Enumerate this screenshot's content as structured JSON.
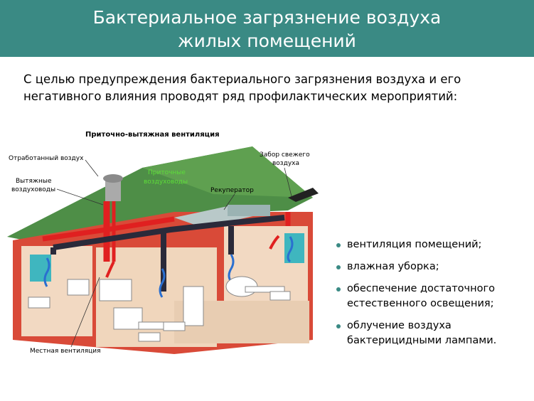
{
  "title": {
    "line1": "Бактериальное загрязнение воздуха",
    "line2": "жилых помещений"
  },
  "intro": {
    "line1": "С целью предупреждения бактериального загрязнения воздуха и его",
    "line2": "негативного влияния проводят ряд профилактических мероприятий:"
  },
  "illustration": {
    "heading": "Приточно-вытяжная вентиляция",
    "exhaust_air": "Отработанный воздух",
    "exhaust_ducts_1": "Вытяжные",
    "exhaust_ducts_2": "воздуховоды",
    "supply_ducts_1": "Приточные",
    "supply_ducts_2": "воздуховоды",
    "fresh_air_1": "Забор свежего",
    "fresh_air_2": "воздуха",
    "recuperator": "Рекуператор",
    "local_ventilation": "Местная вентиляция"
  },
  "bullets": [
    {
      "lines": [
        "вентиляция помещений;"
      ]
    },
    {
      "lines": [
        "влажная уборка;"
      ]
    },
    {
      "lines": [
        "обеспечение достаточного",
        "естественного освещения;"
      ]
    },
    {
      "lines": [
        "облучение воздуха",
        "бактерицидными лампами."
      ]
    }
  ],
  "colors": {
    "title_bar": "#3a8a84",
    "roof": "#4a8a45",
    "walls": "#d94a38",
    "interior": "#f2d9c2",
    "duct_red": "#e02020",
    "duct_dark": "#2a2a3a",
    "window": "#3fb6bf"
  }
}
